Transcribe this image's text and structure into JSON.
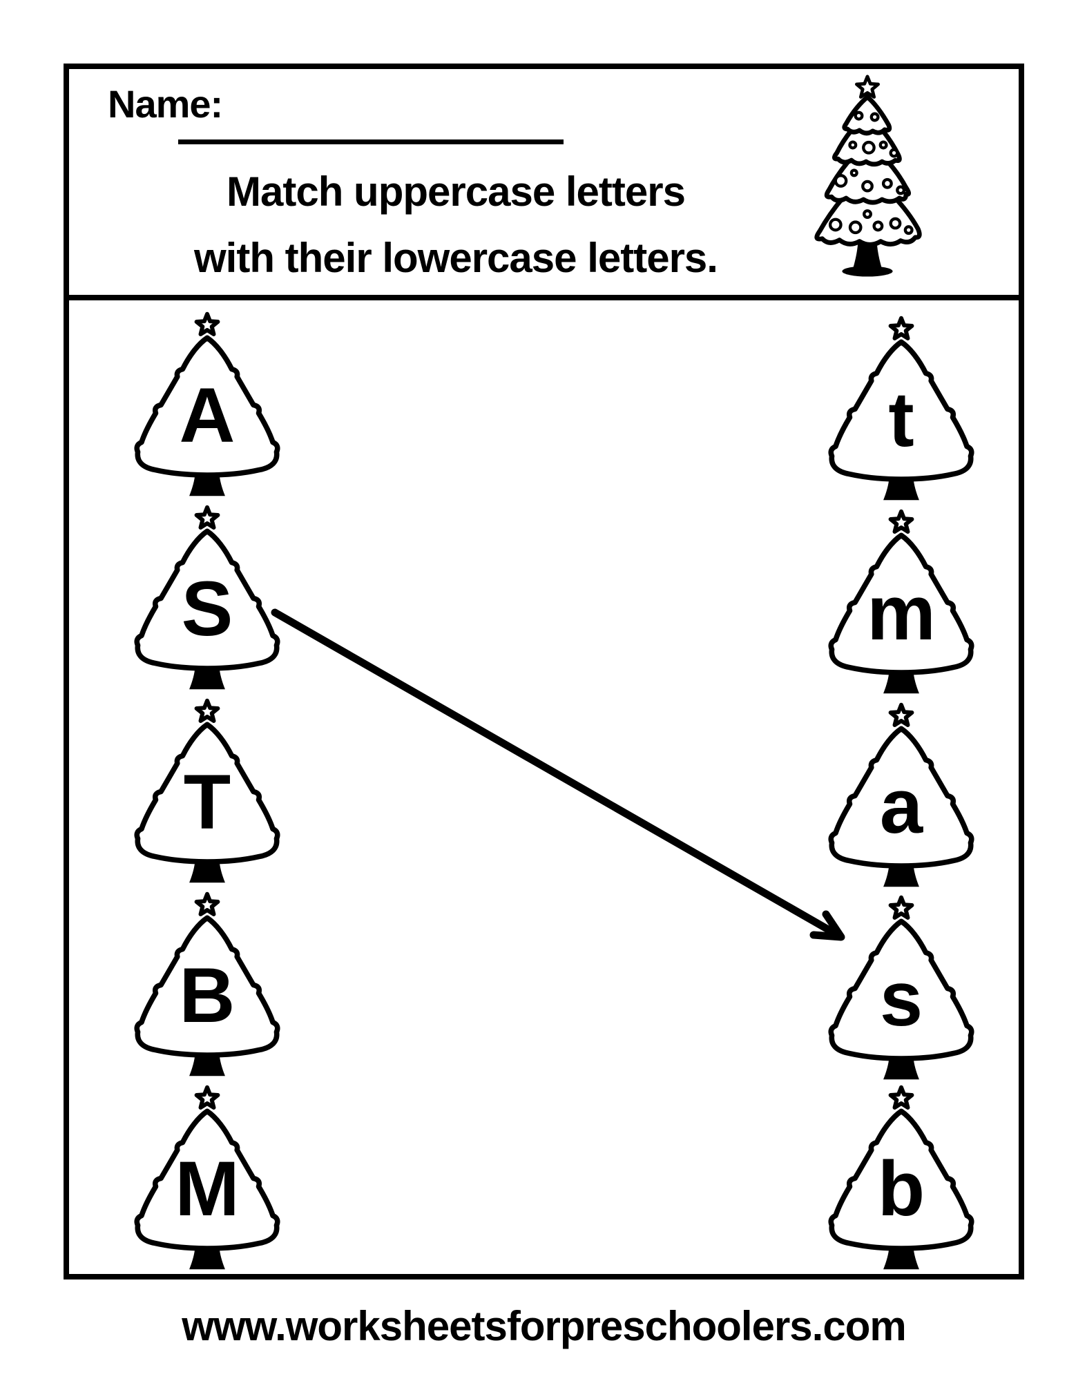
{
  "header": {
    "name_label": "Name:",
    "instruction_line1": "Match uppercase letters",
    "instruction_line2": "with their lowercase letters."
  },
  "matching": {
    "left_column": [
      "A",
      "S",
      "T",
      "B",
      "M"
    ],
    "right_column": [
      "t",
      "m",
      "a",
      "s",
      "b"
    ],
    "drawn_match": {
      "from": "S",
      "to": "s"
    }
  },
  "footer": {
    "url": "www.worksheetsforpreschoolers.com"
  },
  "icons": {
    "decorated_tree": "christmas-tree-with-ornaments-and-star",
    "plain_tree": "christmas-tree-outline-with-star",
    "connector": "match-arrow"
  },
  "colors": {
    "ink": "#000000",
    "paper": "#ffffff"
  }
}
